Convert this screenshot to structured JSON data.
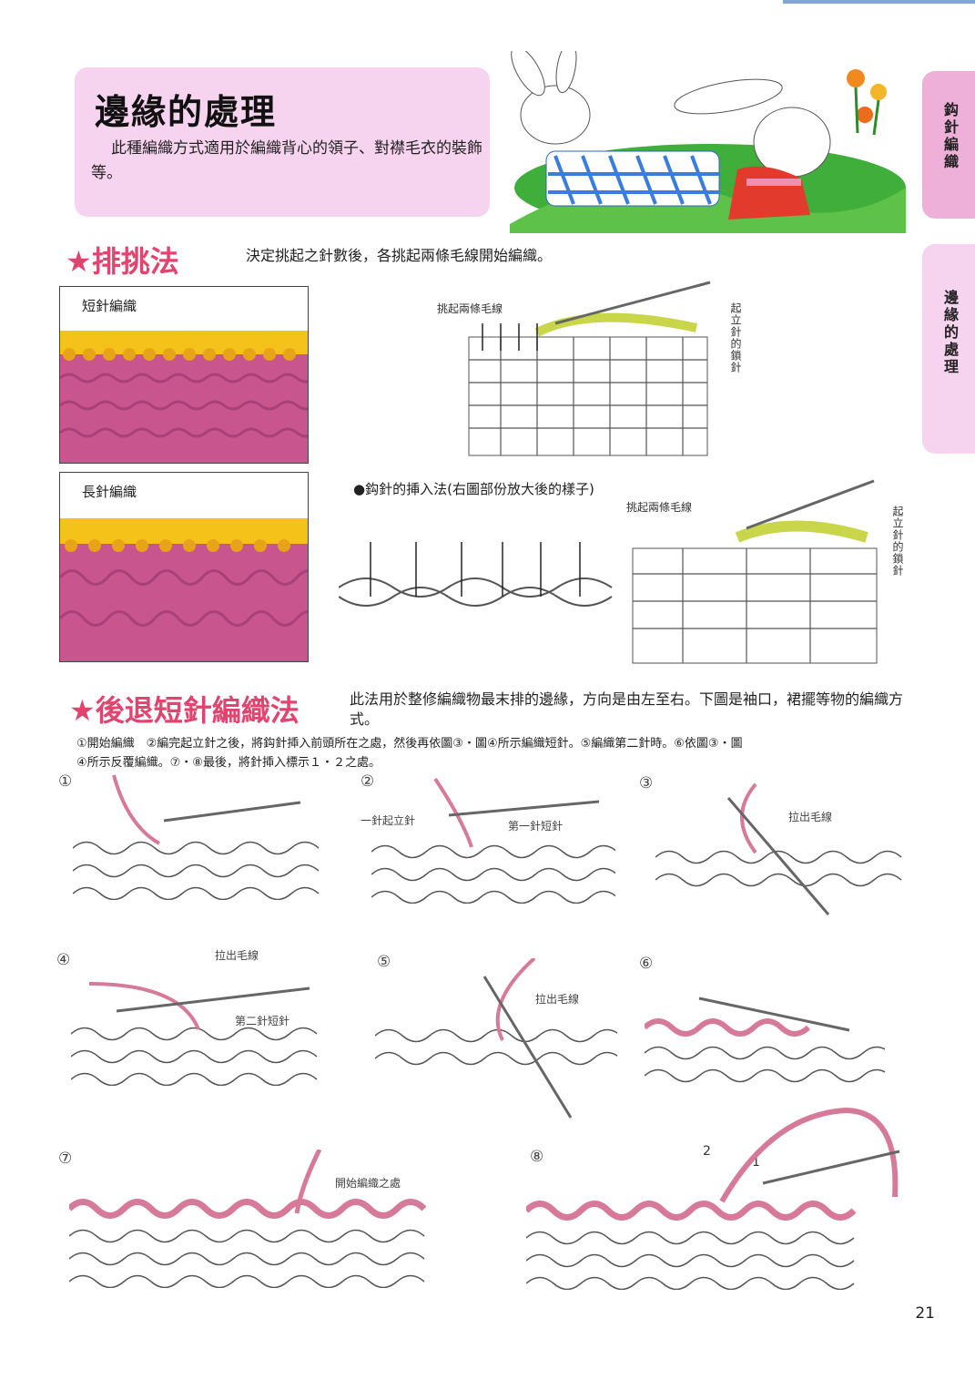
{
  "header": {
    "title": "邊緣的處理",
    "intro": "此種編織方式適用於編織背心的領子、對襟毛衣的裝飾等。"
  },
  "side_tabs": [
    "鈎針編織",
    "邊緣的處理"
  ],
  "section1": {
    "title": "★排挑法",
    "desc": "決定挑起之針數後，各挑起兩條毛線開始編織。",
    "photo1_caption": "短針編織",
    "photo2_caption": "長針編織",
    "diagram1_label": "挑起兩條毛線",
    "diagram1_side": "起立針的鎖針",
    "bullet": "●鈎針的挿入法(右圖部份放大後的樣子)",
    "diagram2_label": "挑起兩條毛線",
    "diagram2_side": "起立針的鎖針"
  },
  "section2": {
    "title": "★後退短針編織法",
    "desc": "此法用於整修編織物最末排的邊緣，方向是由左至右。下圖是袖口，裙擺等物的編織方式。",
    "notes": "①開始編織　②編完起立針之後，將鈎針揷入前頭所在之處，然後再依圖③・圖④所示編織短針。⑤編織第二針時。⑥依圖③・圖④所示反覆編織。⑦・⑧最後，將針揷入標示１・２之處。",
    "steps": [
      "①",
      "②",
      "③",
      "④",
      "⑤",
      "⑥",
      "⑦",
      "⑧"
    ],
    "labels": {
      "s2a": "一針起立針",
      "s2b": "第一針短針",
      "s3": "拉出毛線",
      "s4a": "拉出毛線",
      "s4b": "第二針短針",
      "s5": "拉出毛線",
      "s7": "開始編織之處",
      "s8_1": "1",
      "s8_2": "2"
    }
  },
  "page_number": "21",
  "colors": {
    "pink_box": "#f6d3ee",
    "section_title": "#e0446f",
    "yarn_pink": "#d77a9a",
    "yarn_yellow": "#e6e65a",
    "photo_pink": "#c8558e",
    "photo_yellow": "#f5c21a"
  }
}
